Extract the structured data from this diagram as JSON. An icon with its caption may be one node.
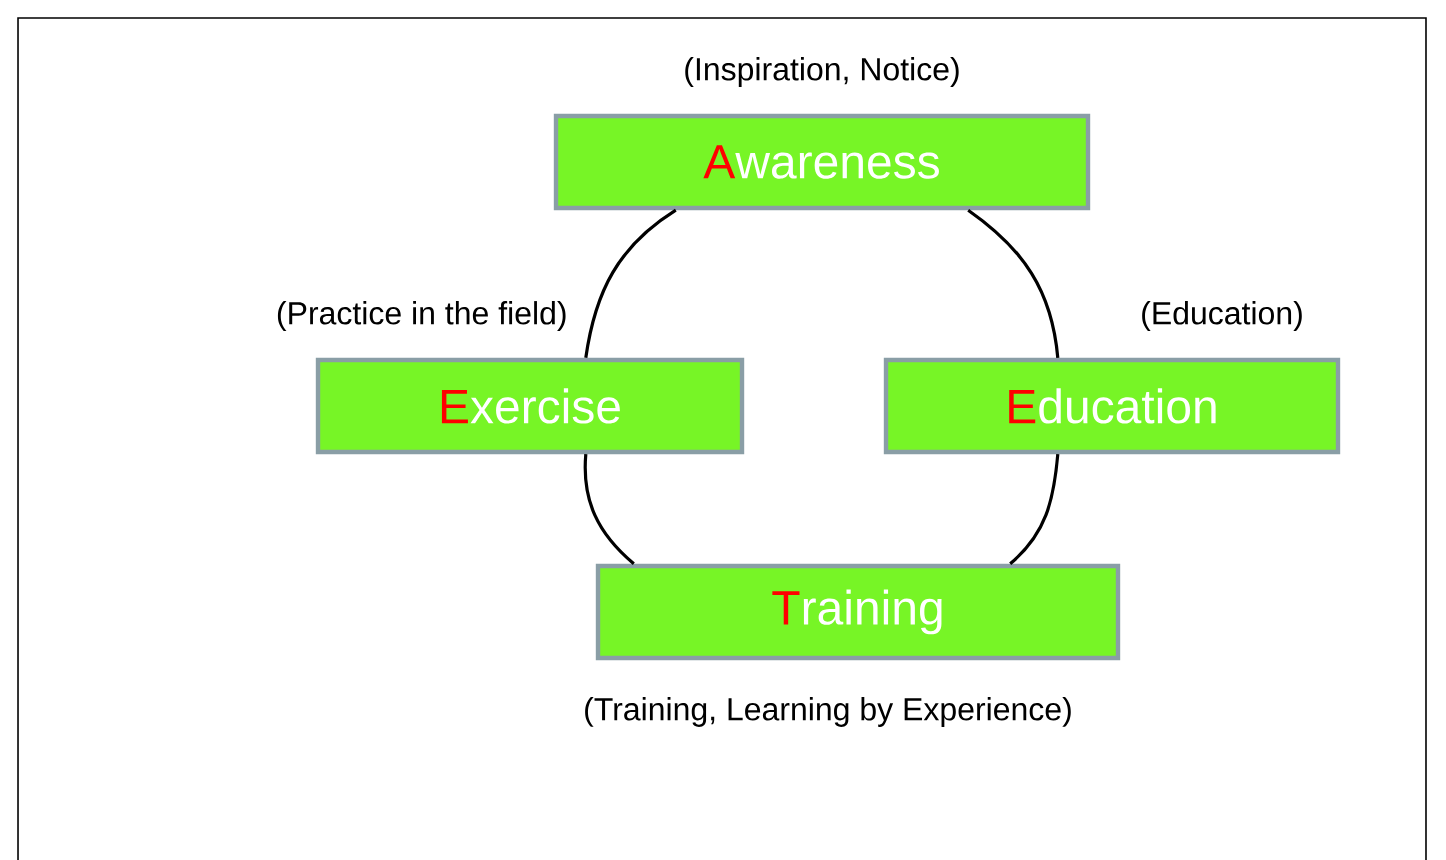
{
  "diagram": {
    "nodes": [
      {
        "text": [
          "Awareness"
        ],
        "beside": [
          "(Inspiration, Notice)"
        ]
      },
      {
        "text": [
          "Exercise"
        ],
        "beside": [
          "(Practice in the field)"
        ]
      },
      {
        "text": [
          "Education"
        ],
        "beside": [
          "(Education)"
        ]
      },
      {
        "text": [
          "Training"
        ],
        "beside": [
          "(Training, Learning by Experience)"
        ]
      }
    ],
    "edges": [
      {
        "from": 0,
        "to": 1,
        "arrow": "none"
      },
      {
        "from": 1,
        "to": 3,
        "arrow": "none"
      },
      {
        "from": 3,
        "to": 2,
        "arrow": "none"
      },
      {
        "from": 2,
        "to": 0,
        "arrow": "none"
      }
    ]
  }
}
